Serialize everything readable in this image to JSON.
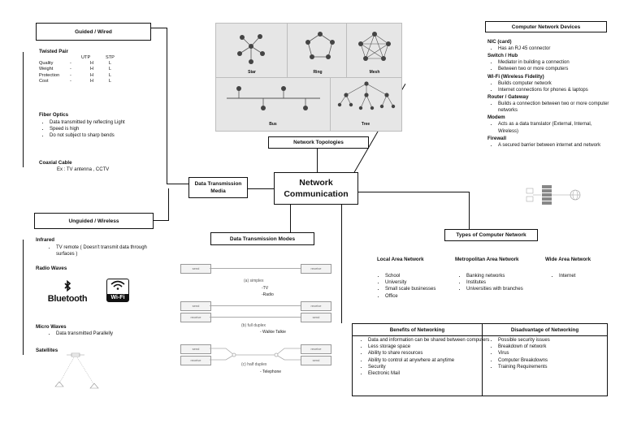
{
  "central": {
    "title": "Network Communication"
  },
  "guided": {
    "title": "Guided / Wired",
    "twisted_pair": {
      "title": "Twisted Pair",
      "col1": "UTP",
      "col2": "STP",
      "rows": [
        {
          "label": "Quality",
          "dash": "-",
          "utp": "H",
          "stp": "L"
        },
        {
          "label": "Weight",
          "dash": "-",
          "utp": "H",
          "stp": "L"
        },
        {
          "label": "Protection",
          "dash": "-",
          "utp": "H",
          "stp": "L"
        },
        {
          "label": "Cost",
          "dash": "-",
          "utp": "H",
          "stp": "L"
        }
      ]
    },
    "fiber": {
      "title": "Fiber Optics",
      "items": [
        "Data transmitted by reflecting Light",
        "Speed is high",
        "Do not subject to sharp bends"
      ]
    },
    "coaxial": {
      "title": "Coaxial Cable",
      "example": "Ex : TV antenna , CCTV"
    }
  },
  "data_media": {
    "title": "Data Transmission Media"
  },
  "unguided": {
    "title": "Unguided / Wireless",
    "infrared": {
      "title": "Infrared",
      "items": [
        "TV remote ( Doesn't transmit data through surfaces )"
      ]
    },
    "radio": {
      "title": "Radio Waves",
      "logo_bluetooth": "Bluetooth",
      "logo_wifi": "Wi-Fi"
    },
    "micro": {
      "title": "Micro Waves",
      "items": [
        "Data transmitted Parallelly"
      ]
    },
    "satellites": {
      "title": "Satellites"
    }
  },
  "topologies": {
    "title": "Network Topologies",
    "labels": {
      "star": "Star",
      "ring": "Ring",
      "mesh": "Mesh",
      "bus": "Bus",
      "tree": "Tree"
    }
  },
  "modes": {
    "title": "Data Transmission Modes",
    "simplex": {
      "caption": "(a) simplex",
      "ex1": "-TV",
      "ex2": "-Radio"
    },
    "full": {
      "caption": "(b) full duplex",
      "ex": "- Walkie Talkie"
    },
    "half": {
      "caption": "(c) half duplex",
      "ex": "- Telephone"
    },
    "send": "send",
    "receive": "receive"
  },
  "devices": {
    "title": "Computer Network Devices",
    "groups": [
      {
        "name": "NIC (card)",
        "items": [
          "Has an RJ 45 connector"
        ]
      },
      {
        "name": "Switch / Hub",
        "items": [
          "Mediator in building a connection",
          "Between two or more computers"
        ]
      },
      {
        "name": "Wi-Fi (Wireless Fidelity)",
        "items": [
          "Builds computer network",
          "Internet connections for phones & laptops"
        ]
      },
      {
        "name": "Router / Gateway",
        "items": [
          "Builds a connection between two or more computer networks"
        ]
      },
      {
        "name": "Modem",
        "items": [
          "Acts as a data translator (External, Internal, Wireless)"
        ]
      },
      {
        "name": "Firewall",
        "items": [
          "A secured barrier between internet and network"
        ]
      }
    ]
  },
  "types": {
    "title": "Types of Computer Network",
    "lan": {
      "title": "Local Area Network",
      "items": [
        "School",
        "University",
        "Small scale businesses",
        "Office"
      ]
    },
    "man": {
      "title": "Metropolitan Area Network",
      "items": [
        "Banking networks",
        "Institutes",
        "Universities with branches"
      ]
    },
    "wan": {
      "title": "Wide Area Network",
      "items": [
        "Internet"
      ]
    }
  },
  "benefits": {
    "title": "Benefits of Networking",
    "items": [
      "Data and information can be shared between computers",
      "Less storage space",
      "Ability to share resources",
      "Ability to control at anywhere at anytime",
      "Security",
      "Electronic Mail"
    ]
  },
  "disadvantages": {
    "title": "Disadvantage of Networking",
    "items": [
      "Possible security issues",
      "Breakdown of network",
      "Virus",
      "Computer Breakdowns",
      "Training Requirements"
    ]
  }
}
